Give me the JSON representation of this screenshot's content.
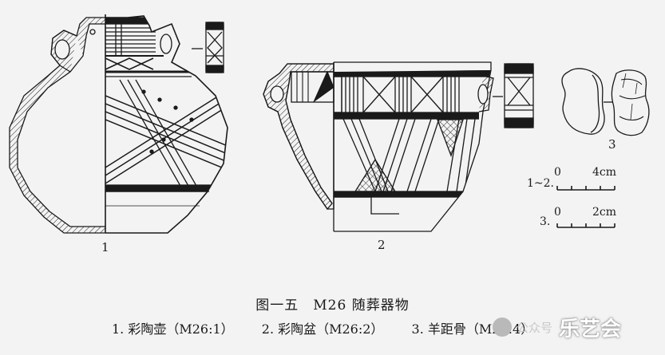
{
  "figure": {
    "title": "图一五　M26 随葬器物",
    "items": [
      "1. 彩陶壶（M26:1）",
      "2. 彩陶盆（M26:2）",
      "3. 羊距骨（M26:4）"
    ],
    "labels": {
      "item1": "1",
      "item2": "2",
      "item3": "3"
    }
  },
  "scales": [
    {
      "prefix": "1~2.",
      "zero": "0",
      "end": "4cm"
    },
    {
      "prefix": "3.",
      "zero": "0",
      "end": "2cm"
    }
  ],
  "watermark": {
    "platform": "公众号",
    "brand": "乐艺会"
  },
  "colors": {
    "background": "#f3f3f3",
    "line": "#1a1a1a"
  }
}
